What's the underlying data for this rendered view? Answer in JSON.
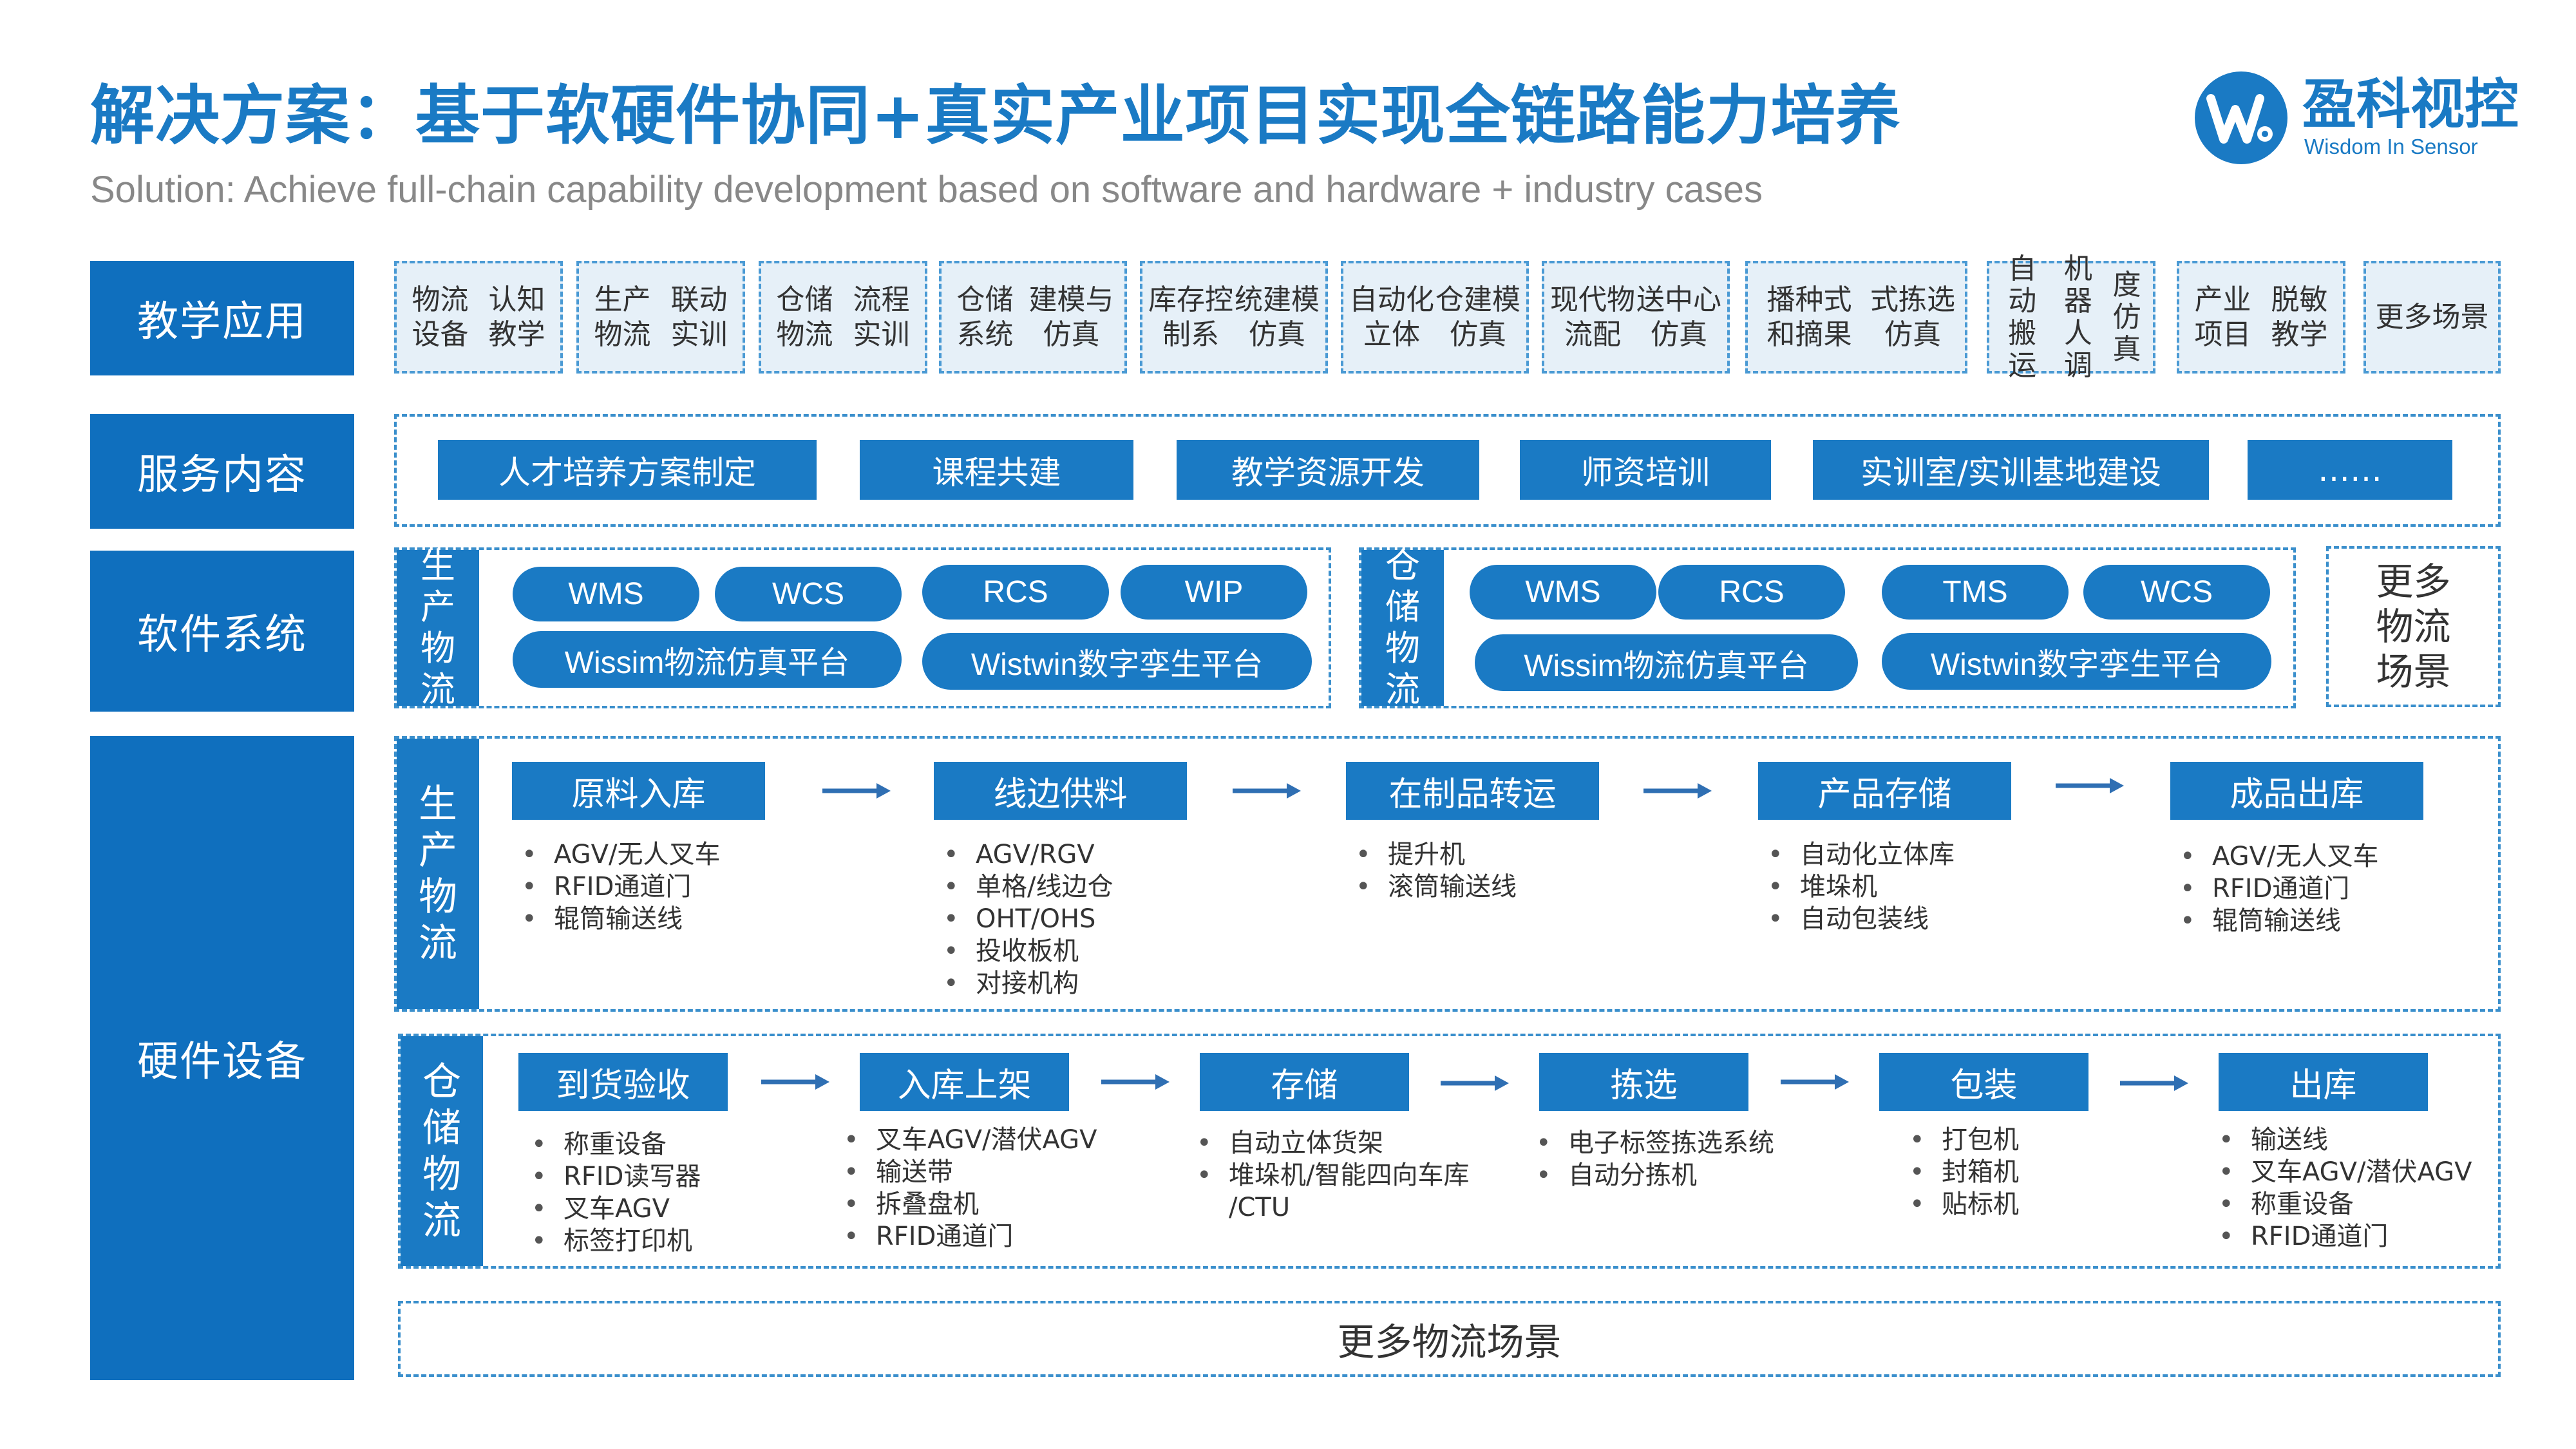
{
  "header": {
    "title": "解决方案：基于软硬件协同+真实产业项目实现全链路能力培养",
    "subtitle": "Solution: Achieve full-chain capability development based on software and hardware + industry cases"
  },
  "logo": {
    "icon": "wisdom-logo-icon",
    "name_cn": "盈科视控",
    "name_en": "Wisdom In Sensor",
    "brand_color": "#1a7ac4"
  },
  "rows": {
    "teaching": "教学应用",
    "service": "服务内容",
    "software": "软件系统",
    "hardware": "硬件设备"
  },
  "teaching_apps": [
    [
      "物流设备",
      "认知教学"
    ],
    [
      "生产物流",
      "联动实训"
    ],
    [
      "仓储物流",
      "流程实训"
    ],
    [
      "仓储系统",
      "建模与仿真"
    ],
    [
      "库存控制系",
      "统建模仿真"
    ],
    [
      "自动化立体",
      "仓建模仿真"
    ],
    [
      "现代物流配",
      "送中心仿真"
    ],
    [
      "播种式和摘果",
      "式拣选仿真"
    ],
    [
      "自动搬运",
      "机器人调",
      "度仿真"
    ],
    [
      "产业项目",
      "脱敏教学"
    ],
    [
      "更多",
      "场景"
    ]
  ],
  "services": [
    "人才培养方案制定",
    "课程共建",
    "教学资源开发",
    "师资培训",
    "实训室/实训基地建设",
    "……"
  ],
  "software": {
    "production_label": [
      "生",
      "产",
      "物",
      "流"
    ],
    "production_row1": [
      "WMS",
      "WCS",
      "RCS",
      "WIP"
    ],
    "production_row2": [
      "Wissim物流仿真平台",
      "Wistwin数字孪生平台"
    ],
    "warehouse_label": [
      "仓",
      "储",
      "物",
      "流"
    ],
    "warehouse_row1": [
      "WMS",
      "RCS",
      "TMS",
      "WCS"
    ],
    "warehouse_row2": [
      "Wissim物流仿真平台",
      "Wistwin数字孪生平台"
    ],
    "more": [
      "更多",
      "物流",
      "场景"
    ]
  },
  "hardware": {
    "production_label": [
      "生",
      "产",
      "物",
      "流"
    ],
    "production_steps": [
      {
        "name": "原料入库",
        "items": [
          "AGV/无人叉车",
          "RFID通道门",
          "辊筒输送线"
        ]
      },
      {
        "name": "线边供料",
        "items": [
          "AGV/RGV",
          "单格/线边仓",
          "OHT/OHS",
          "投收板机",
          "对接机构"
        ]
      },
      {
        "name": "在制品转运",
        "items": [
          "提升机",
          "滚筒输送线"
        ]
      },
      {
        "name": "产品存储",
        "items": [
          "自动化立体库",
          "堆垛机",
          "自动包装线"
        ]
      },
      {
        "name": "成品出库",
        "items": [
          "AGV/无人叉车",
          "RFID通道门",
          "辊筒输送线"
        ]
      }
    ],
    "warehouse_label": [
      "仓",
      "储",
      "物",
      "流"
    ],
    "warehouse_steps": [
      {
        "name": "到货验收",
        "items": [
          "称重设备",
          "RFID读写器",
          "叉车AGV",
          "标签打印机"
        ]
      },
      {
        "name": "入库上架",
        "items": [
          "叉车AGV/潜伏AGV",
          "输送带",
          "拆叠盘机",
          "RFID通道门"
        ]
      },
      {
        "name": "存储",
        "items": [
          "自动立体货架",
          "堆垛机/智能四向车库",
          "/CTU"
        ]
      },
      {
        "name": "拣选",
        "items": [
          "电子标签拣选系统",
          "自动分拣机"
        ]
      },
      {
        "name": "包装",
        "items": [
          "打包机",
          "封箱机",
          "贴标机"
        ]
      },
      {
        "name": "出库",
        "items": [
          "输送线",
          "叉车AGV/潜伏AGV",
          "称重设备",
          "RFID通道门"
        ]
      }
    ],
    "more": "更多物流场景"
  }
}
